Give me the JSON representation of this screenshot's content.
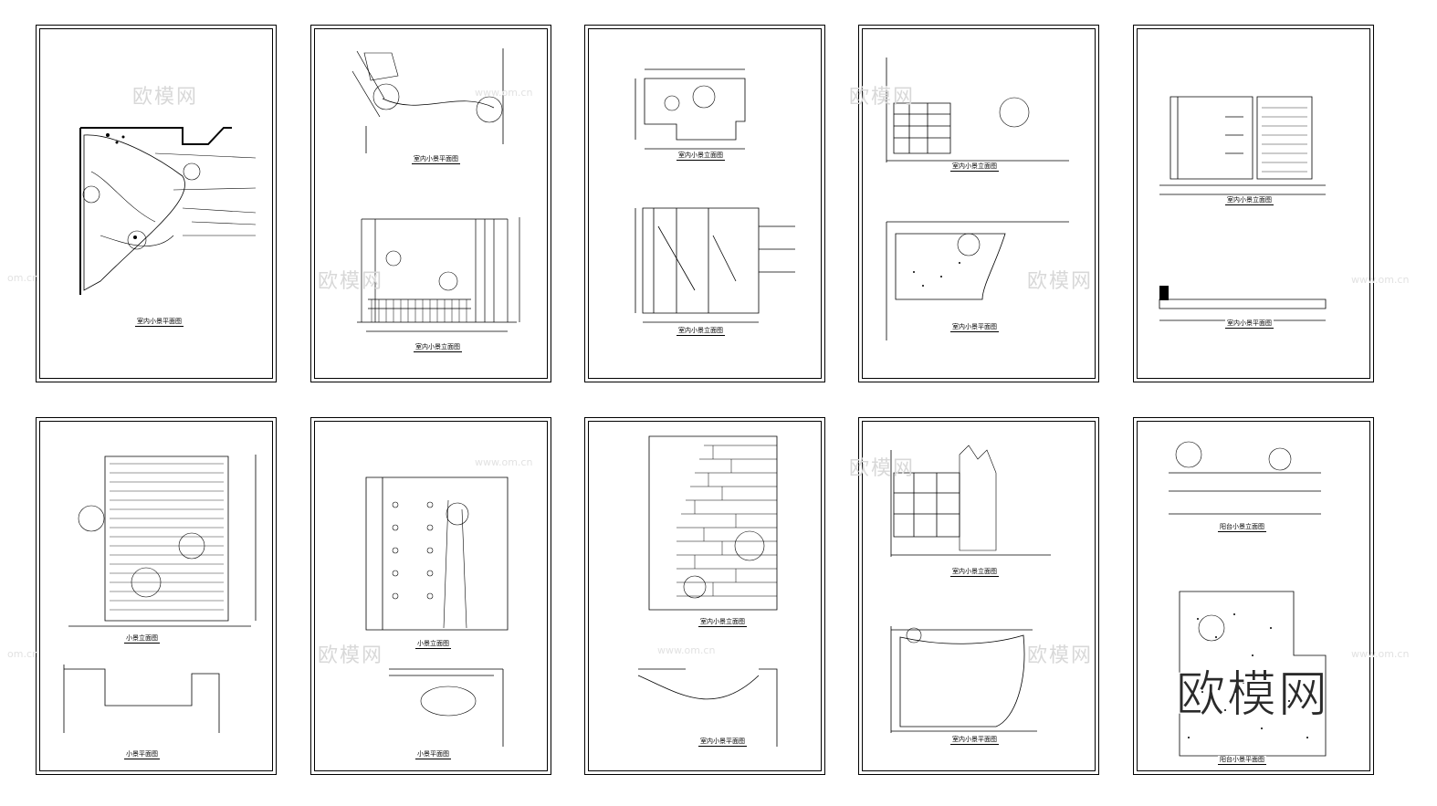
{
  "sheets": [
    {
      "id": "s1",
      "captions": [
        "室内小景平面图"
      ]
    },
    {
      "id": "s2",
      "captions": [
        "室内小景平面图",
        "室内小景立面图"
      ]
    },
    {
      "id": "s3",
      "captions": [
        "室内小景立面图",
        "室内小景立面图"
      ]
    },
    {
      "id": "s4",
      "captions": [
        "室内小景立面图",
        "室内小景平面图"
      ]
    },
    {
      "id": "s5",
      "captions": [
        "室内小景立面图",
        "室内小景平面图"
      ]
    },
    {
      "id": "s6",
      "captions": [
        "小景立面图",
        "小景平面图"
      ]
    },
    {
      "id": "s7",
      "captions": [
        "小景立面图",
        "小景平面图"
      ]
    },
    {
      "id": "s8",
      "captions": [
        "室内小景立面图",
        "室内小景平面图"
      ]
    },
    {
      "id": "s9",
      "captions": [
        "室内小景立面图",
        "室内小景平面图"
      ]
    },
    {
      "id": "s10",
      "captions": [
        "阳台小景立面图",
        "阳台小景平面图"
      ]
    }
  ],
  "watermark": {
    "text": "欧模网",
    "url": "www.om.cn",
    "url_short": "om.cn"
  },
  "logo": "欧模网"
}
